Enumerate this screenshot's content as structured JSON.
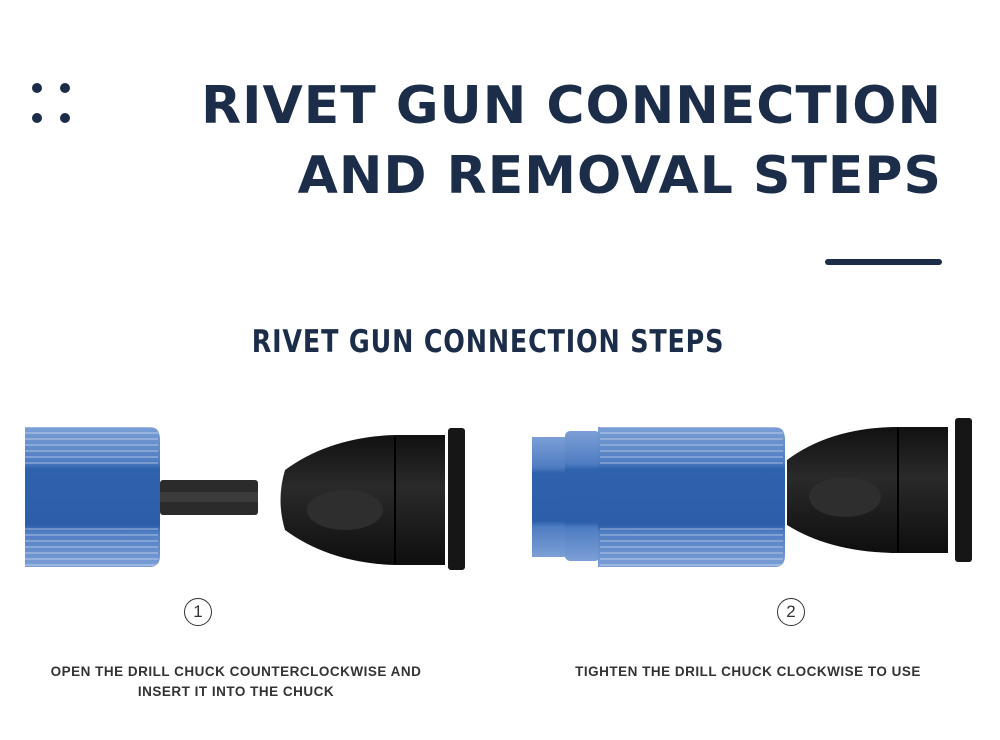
{
  "header": {
    "title_line1": "RIVET GUN CONNECTION",
    "title_line2": "AND REMOVAL STEPS",
    "decoration_icon": "four-dots-icon"
  },
  "section": {
    "title": "RIVET GUN CONNECTION STEPS"
  },
  "steps": [
    {
      "number": "1",
      "caption_line1": "OPEN THE DRILL CHUCK COUNTERCLOCKWISE AND",
      "caption_line2": "INSERT IT INTO THE CHUCK"
    },
    {
      "number": "2",
      "caption_line1": "TIGHTEN THE DRILL CHUCK CLOCKWISE TO USE",
      "caption_line2": ""
    }
  ],
  "colors": {
    "navy": "#1b2d48",
    "blue": "#2f62ad",
    "black": "#1c1c1c"
  }
}
